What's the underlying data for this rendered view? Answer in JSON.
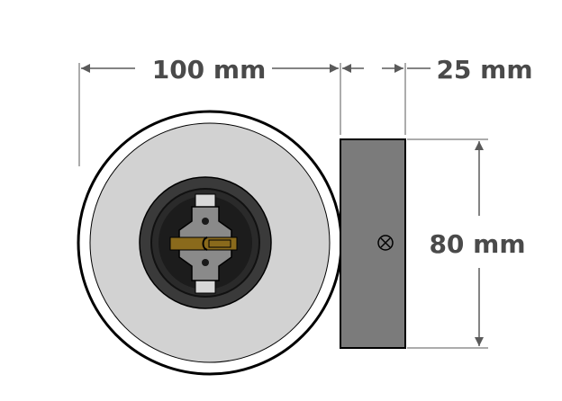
{
  "dimensions": {
    "width_label": "100 mm",
    "depth_label": "25 mm",
    "height_label": "80 mm"
  },
  "colors": {
    "dimension_line": "#5a5a5a",
    "outer_rim": "#ffffff",
    "face_plate": "#d2d2d2",
    "socket_outer": "#3a3a3a",
    "socket_inner": "#1c1c1c",
    "socket_core": "#888888",
    "terminal_brass": "#8a6a1c",
    "side_body": "#7b7b7b",
    "outline": "#000000"
  }
}
